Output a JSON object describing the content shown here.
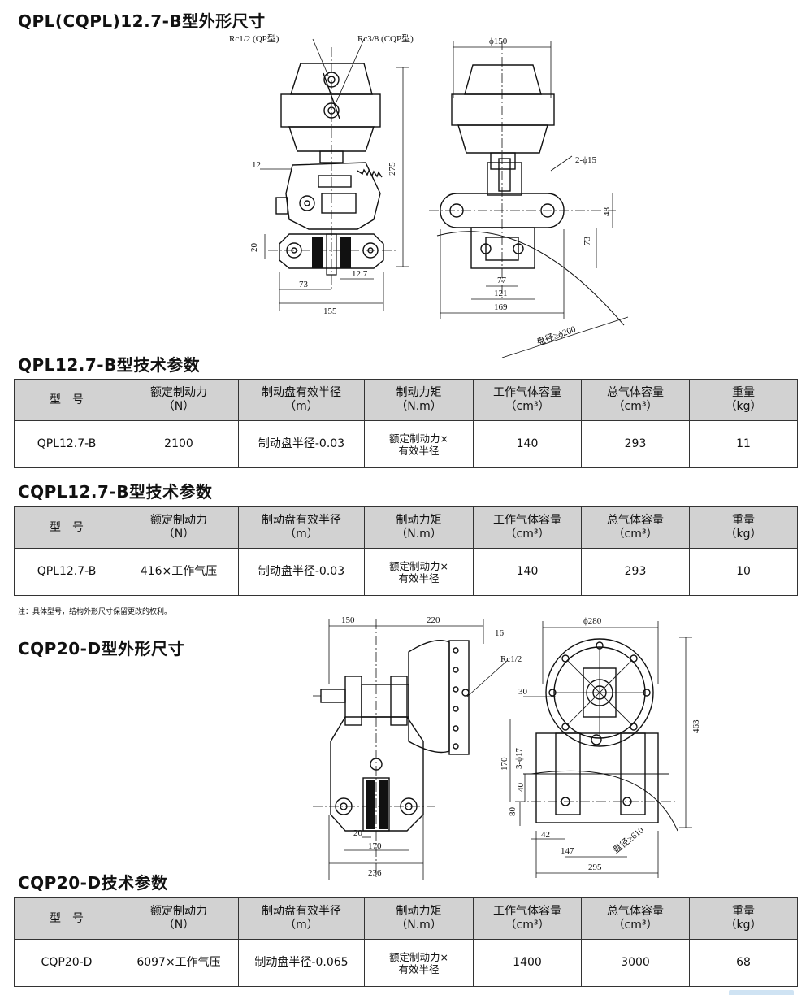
{
  "headings": {
    "qpl_dimensions": "QPL(CQPL)12.7-B型外形尺寸",
    "qpl_params": "QPL12.7-B型技术参数",
    "cqpl_params": "CQPL12.7-B型技术参数",
    "cqp_dimensions": "CQP20-D型外形尺寸",
    "cqp_params": "CQP20-D技术参数"
  },
  "drawing1": {
    "rc12": "Rc1/2 (QP型)",
    "rc38": "Rc3/8 (CQP型)",
    "d12": "12",
    "d20": "20",
    "d73": "73",
    "d155": "155",
    "d127": "12.7",
    "d275": "275"
  },
  "drawing2": {
    "phi150": "ϕ150",
    "holes": "2-ϕ15",
    "d48": "48",
    "d73": "73",
    "d77": "77",
    "d121": "121",
    "d169": "169",
    "disc": "盘径≥ϕ200"
  },
  "drawing3": {
    "d150": "150",
    "d220": "220",
    "d16": "16",
    "rc12": "Rc1/2",
    "d20": "20",
    "d170": "170",
    "d236": "236"
  },
  "drawing4": {
    "phi280": "ϕ280",
    "d30": "30",
    "holes": "3-ϕ17",
    "d170": "170",
    "d40": "40",
    "d80": "80",
    "d42": "42",
    "d147": "147",
    "d295": "295",
    "d463": "463",
    "disc": "盘径≥610"
  },
  "table_headers": {
    "model": "型　号",
    "force": "额定制动力",
    "force_unit": "（N）",
    "radius": "制动盘有效半径",
    "radius_unit": "（m）",
    "torque": "制动力矩",
    "torque_unit": "（N.m）",
    "work_vol": "工作气体容量",
    "work_vol_unit": "（cm³）",
    "total_vol": "总气体容量",
    "total_vol_unit": "（cm³）",
    "weight": "重量",
    "weight_unit": "（kg）"
  },
  "qpl_row": {
    "model": "QPL12.7-B",
    "force": "2100",
    "radius": "制动盘半径-0.03",
    "torque_l1": "额定制动力×",
    "torque_l2": "有效半径",
    "work_vol": "140",
    "total_vol": "293",
    "weight": "11"
  },
  "cqpl_row": {
    "model": "QPL12.7-B",
    "force": "416×工作气压",
    "radius": "制动盘半径-0.03",
    "torque_l1": "额定制动力×",
    "torque_l2": "有效半径",
    "work_vol": "140",
    "total_vol": "293",
    "weight": "10"
  },
  "cqp_row": {
    "model": "CQP20-D",
    "force": "6097×工作气压",
    "radius": "制动盘半径-0.065",
    "torque_l1": "额定制动力×",
    "torque_l2": "有效半径",
    "work_vol": "1400",
    "total_vol": "3000",
    "weight": "68"
  },
  "note": "注：具体型号，结构外形尺寸保留更改的权利。"
}
